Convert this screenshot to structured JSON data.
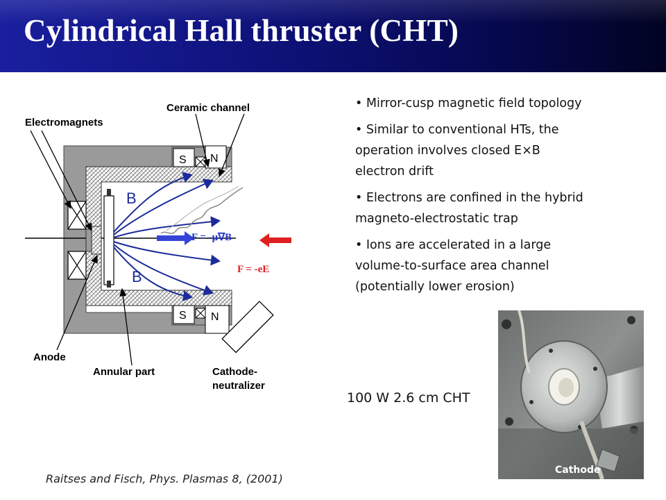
{
  "title": "Cylindrical Hall thruster (CHT)",
  "bullets": [
    "• Mirror-cusp magnetic field topology",
    "• Similar to conventional HTs, the operation involves closed E×B electron drift",
    "• Electrons are confined in the hybrid magneto-electrostatic trap",
    "• Ions are accelerated in a large volume-to-surface area channel (potentially lower erosion)"
  ],
  "diagram": {
    "labels": {
      "electromagnets": "Electromagnets",
      "ceramic_channel": "Ceramic channel",
      "anode": "Anode",
      "annular_part": "Annular part",
      "cathode_neutralizer_1": "Cathode-",
      "cathode_neutralizer_2": "neutralizer",
      "b_top": "B",
      "b_bottom": "B",
      "s_top": "S",
      "n_top": "N",
      "s_bottom": "S",
      "n_bottom": "N",
      "force_grad": "F = -μ∇B",
      "force_e": "F = -eE"
    },
    "colors": {
      "field_lines": "#1c2b9a",
      "force_arrow_blue": "#3344d6",
      "force_arrow_red": "#e02020"
    }
  },
  "photo": {
    "caption": "100 W 2.6 cm CHT",
    "label": "Cathode"
  },
  "citation": "Raitses and Fisch, Phys. Plasmas 8, (2001)"
}
